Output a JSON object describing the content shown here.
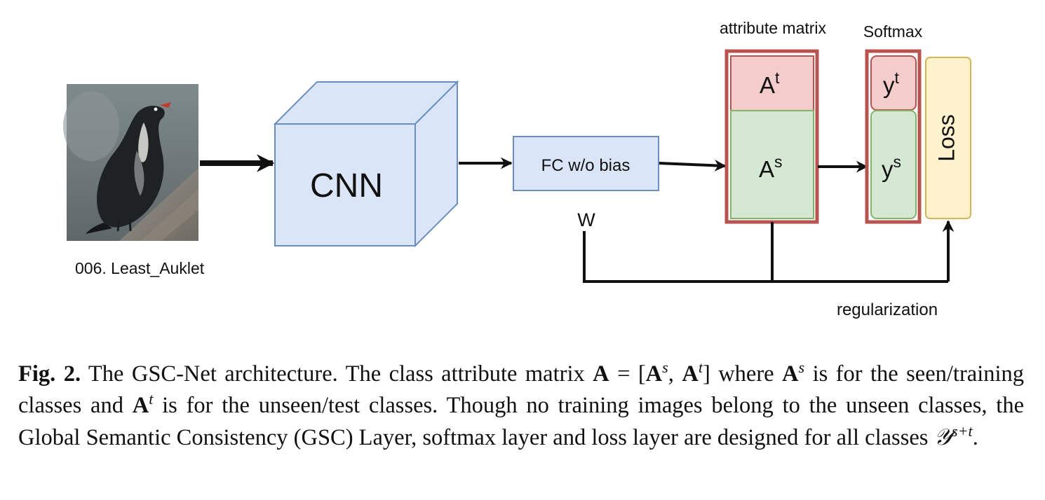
{
  "diagram": {
    "image_caption": "006. Least_Auklet",
    "cnn_label": "CNN",
    "fc_label": "FC w/o bias",
    "w_label": "W",
    "attribute_matrix_title": "attribute matrix",
    "softmax_title": "Softmax",
    "a_t_base": "A",
    "a_t_sup": "t",
    "a_s_base": "A",
    "a_s_sup": "s",
    "y_t_base": "y",
    "y_t_sup": "t",
    "y_s_base": "y",
    "y_s_sup": "s",
    "loss_label": "Loss",
    "regularization_label": "regularization"
  },
  "caption": {
    "fig_label": "Fig. 2.",
    "s1": " The GSC-Net architecture. The class attribute matrix ",
    "A": "A",
    "eq": " = [",
    "A2": "A",
    "sup_s": "s",
    "comma": ", ",
    "A3": "A",
    "sup_t": "t",
    "close_where": "] where ",
    "A4": "A",
    "sup_s2": "s",
    "s2": " is for the seen/training classes and ",
    "A5": "A",
    "sup_t2": "t",
    "s3": " is for the unseen/test classes. Though no training images belong to the unseen classes, the Global Semantic Consistency (GSC) Layer, softmax layer and loss layer are designed for all classes ",
    "calY": "𝒴",
    "sup_st": "s+t",
    "end": "."
  },
  "colors": {
    "blue_fill": "#dae6f7",
    "blue_stroke": "#6c8ebf",
    "red_fill": "#f4cccc",
    "red_stroke": "#b85450",
    "green_fill": "#d5e8d4",
    "green_stroke": "#82b366",
    "yellow_fill": "#fff2cc",
    "yellow_stroke": "#d6b656",
    "arrow": "#111111"
  },
  "icons": {
    "bird_photo": "least-auklet-photo"
  }
}
